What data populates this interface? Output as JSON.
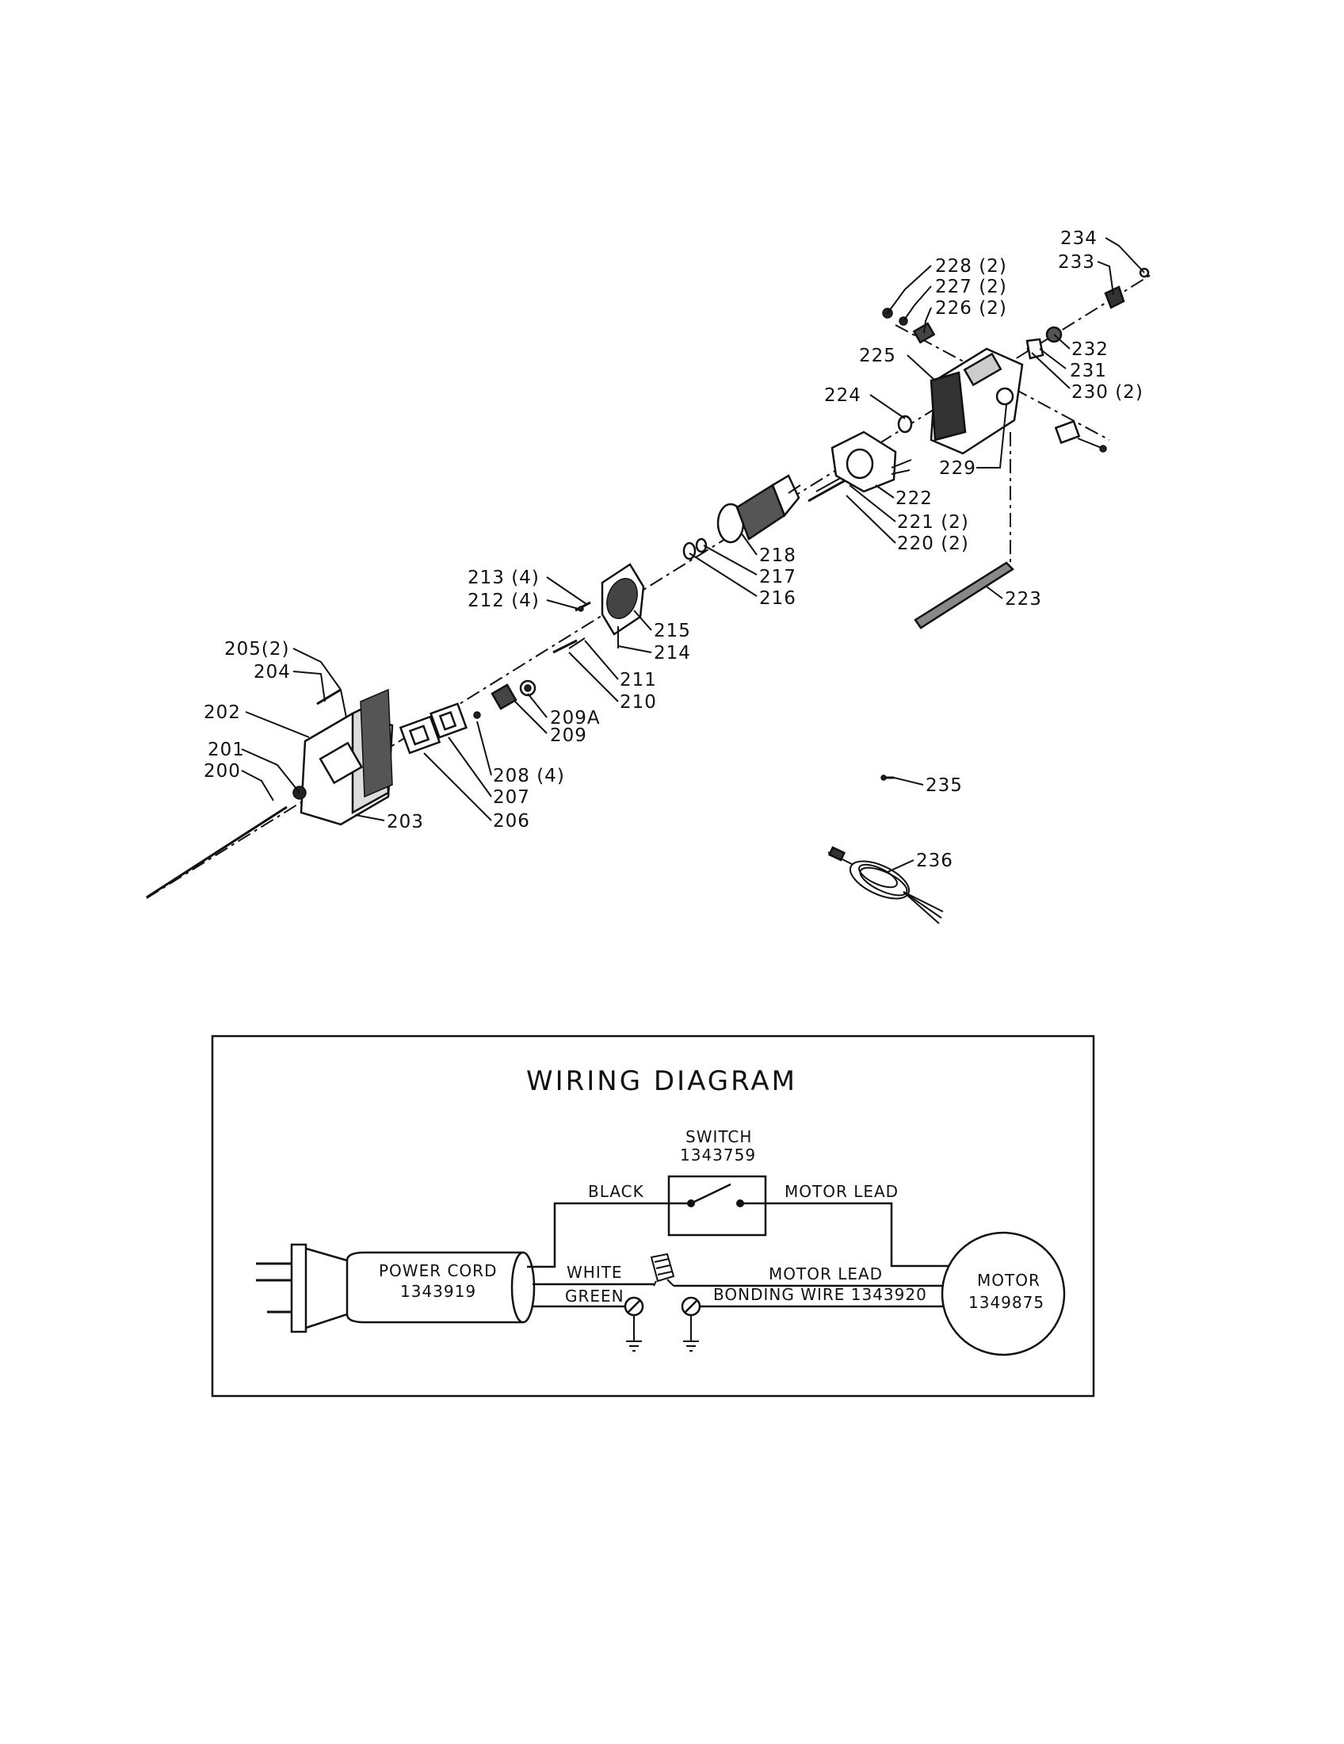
{
  "parts_labels": [
    {
      "id": "p234",
      "text": "234"
    },
    {
      "id": "p233",
      "text": "233"
    },
    {
      "id": "p228",
      "text": "228 (2)"
    },
    {
      "id": "p227",
      "text": "227 (2)"
    },
    {
      "id": "p226",
      "text": "226 (2)"
    },
    {
      "id": "p232",
      "text": "232"
    },
    {
      "id": "p225",
      "text": "225"
    },
    {
      "id": "p231",
      "text": "231"
    },
    {
      "id": "p230",
      "text": "230 (2)"
    },
    {
      "id": "p224",
      "text": "224"
    },
    {
      "id": "p229",
      "text": "229"
    },
    {
      "id": "p222",
      "text": "222"
    },
    {
      "id": "p221",
      "text": "221 (2)"
    },
    {
      "id": "p220",
      "text": "220 (2)"
    },
    {
      "id": "p218",
      "text": "218"
    },
    {
      "id": "p217",
      "text": "217"
    },
    {
      "id": "p216",
      "text": "216"
    },
    {
      "id": "p223",
      "text": "223"
    },
    {
      "id": "p213",
      "text": "213 (4)"
    },
    {
      "id": "p212",
      "text": "212 (4)"
    },
    {
      "id": "p215",
      "text": "215"
    },
    {
      "id": "p214",
      "text": "214"
    },
    {
      "id": "p205",
      "text": "205(2)"
    },
    {
      "id": "p204",
      "text": "204"
    },
    {
      "id": "p211",
      "text": "211"
    },
    {
      "id": "p210",
      "text": "210"
    },
    {
      "id": "p202",
      "text": "202"
    },
    {
      "id": "p209A",
      "text": "209A"
    },
    {
      "id": "p209",
      "text": "209"
    },
    {
      "id": "p201",
      "text": "201"
    },
    {
      "id": "p200",
      "text": "200"
    },
    {
      "id": "p208",
      "text": "208 (4)"
    },
    {
      "id": "p207",
      "text": "207"
    },
    {
      "id": "p203",
      "text": "203"
    },
    {
      "id": "p206",
      "text": "206"
    },
    {
      "id": "p235",
      "text": "235"
    },
    {
      "id": "p236",
      "text": "236"
    }
  ],
  "wiring": {
    "title": "WIRING DIAGRAM",
    "switch_label": "SWITCH",
    "switch_number": "1343759",
    "black": "BLACK",
    "motor_lead_top": "MOTOR LEAD",
    "power_cord_label": "POWER CORD",
    "power_cord_number": "1343919",
    "white": "WHITE",
    "green": "GREEN",
    "motor_lead_mid": "MOTOR LEAD",
    "bonding_wire": "BONDING WIRE 1343920",
    "motor_label": "MOTOR",
    "motor_number": "1349875"
  }
}
